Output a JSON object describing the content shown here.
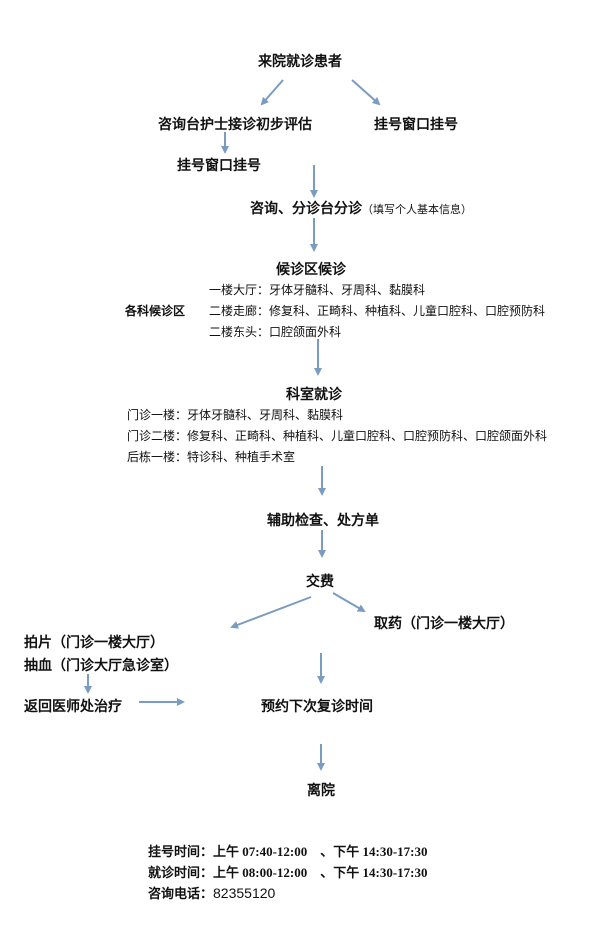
{
  "flow": {
    "start": "来院就诊患者",
    "nurse_assess": "咨询台护士接诊初步评估",
    "register_right": "挂号窗口挂号",
    "register_left": "挂号窗口挂号",
    "consult_main": "咨询、分诊台分诊",
    "consult_note": "（填写个人基本信息）",
    "waiting_title": "候诊区候诊",
    "waiting_label": "各科候诊区",
    "waiting_items": [
      "一楼大厅：牙体牙髓科、牙周科、黏膜科",
      "二楼走廊：修复科、正畸科、种植科、儿童口腔科、口腔预防科",
      "二楼东头：口腔颌面外科"
    ],
    "dept_title": "科室就诊",
    "dept_items": [
      "门诊一楼：牙体牙髓科、牙周科、黏膜科",
      "门诊二楼：修复科、正畸科、种植科、儿童口腔科、口腔预防科、口腔颌面外科",
      "后栋一楼：特诊科、种植手术室"
    ],
    "exam": "辅助检查、处方单",
    "pay": "交费",
    "xray": "拍片（门诊一楼大厅）",
    "blood": "抽血（门诊大厅急诊室）",
    "medicine": "取药（门诊一楼大厅）",
    "return_doctor": "返回医师处治疗",
    "appointment": "预约下次复诊时间",
    "leave": "离院"
  },
  "hours": {
    "register_label": "挂号时间：",
    "register_am": "上午 07:40-12:00",
    "register_pm": "、下午  14:30-17:30",
    "visit_label": "就诊时间：",
    "visit_am": "上午 08:00-12:00",
    "visit_pm": "、下午  14:30-17:30",
    "phone_label": "咨询电话：",
    "phone": "82355120"
  },
  "colors": {
    "arrow": "#7a9cc0"
  }
}
